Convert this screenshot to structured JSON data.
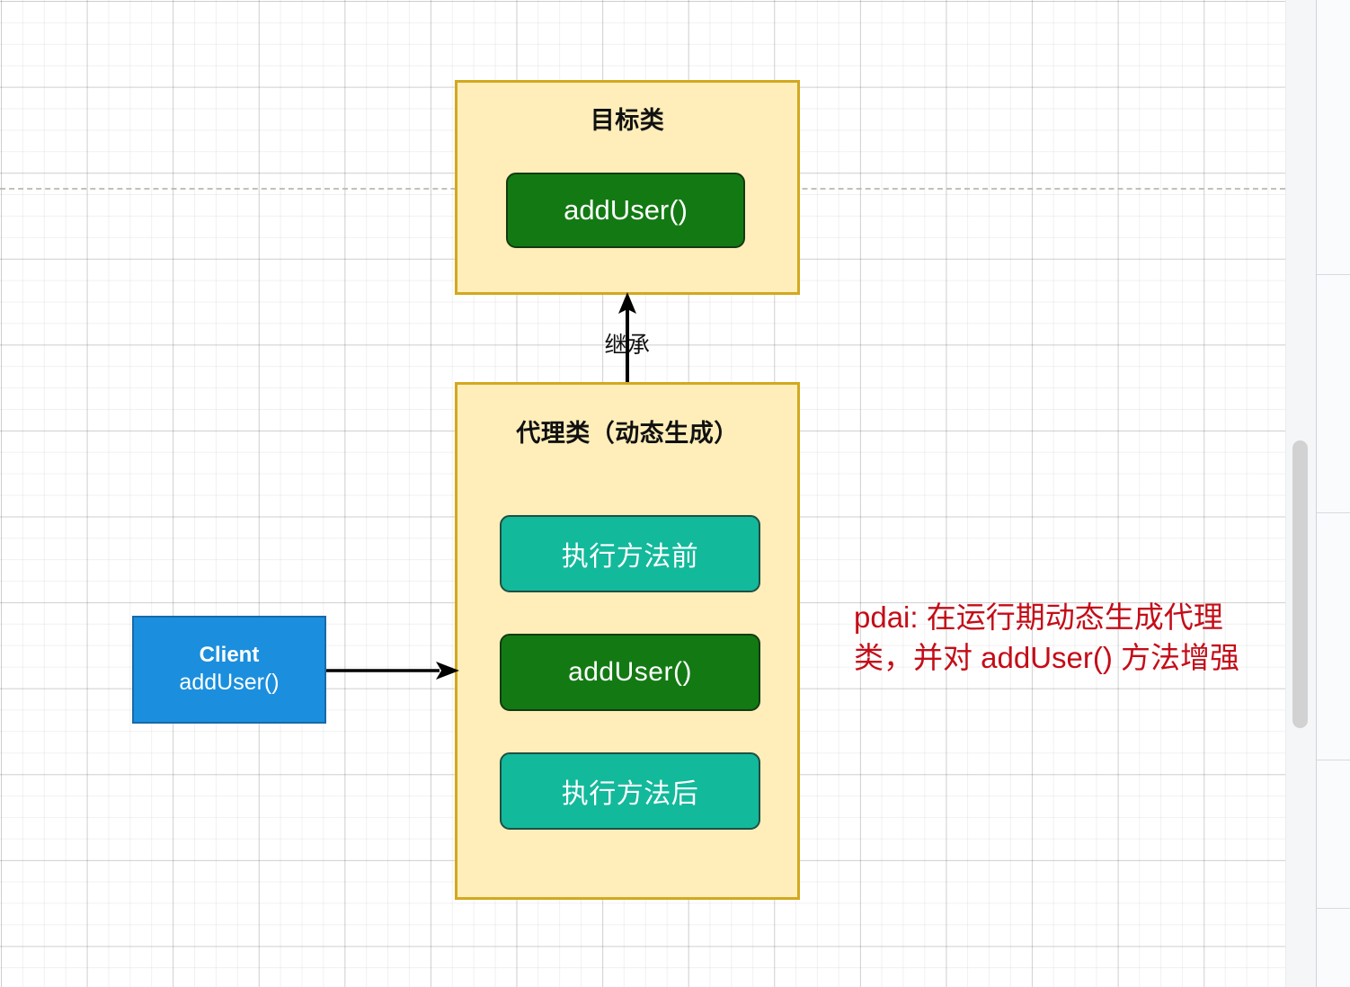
{
  "diagram": {
    "target_class": {
      "title": "目标类",
      "method": "addUser()"
    },
    "proxy_class": {
      "title": "代理类（动态生成）",
      "before": "执行方法前",
      "method": "addUser()",
      "after": "执行方法后"
    },
    "client": {
      "title": "Client",
      "method": "addUser()"
    },
    "inheritance_label": "继承",
    "annotation": "pdai: 在运行期动态生成代理\n类，并对 addUser() 方法增强"
  },
  "colors": {
    "box_fill": "#ffeeb9",
    "box_border": "#d3a81f",
    "chip_teal": "#13b99b",
    "chip_green": "#137a13",
    "client_blue": "#1b8fdd",
    "annotation_red": "#c40d18",
    "arrow_black": "#000000"
  }
}
